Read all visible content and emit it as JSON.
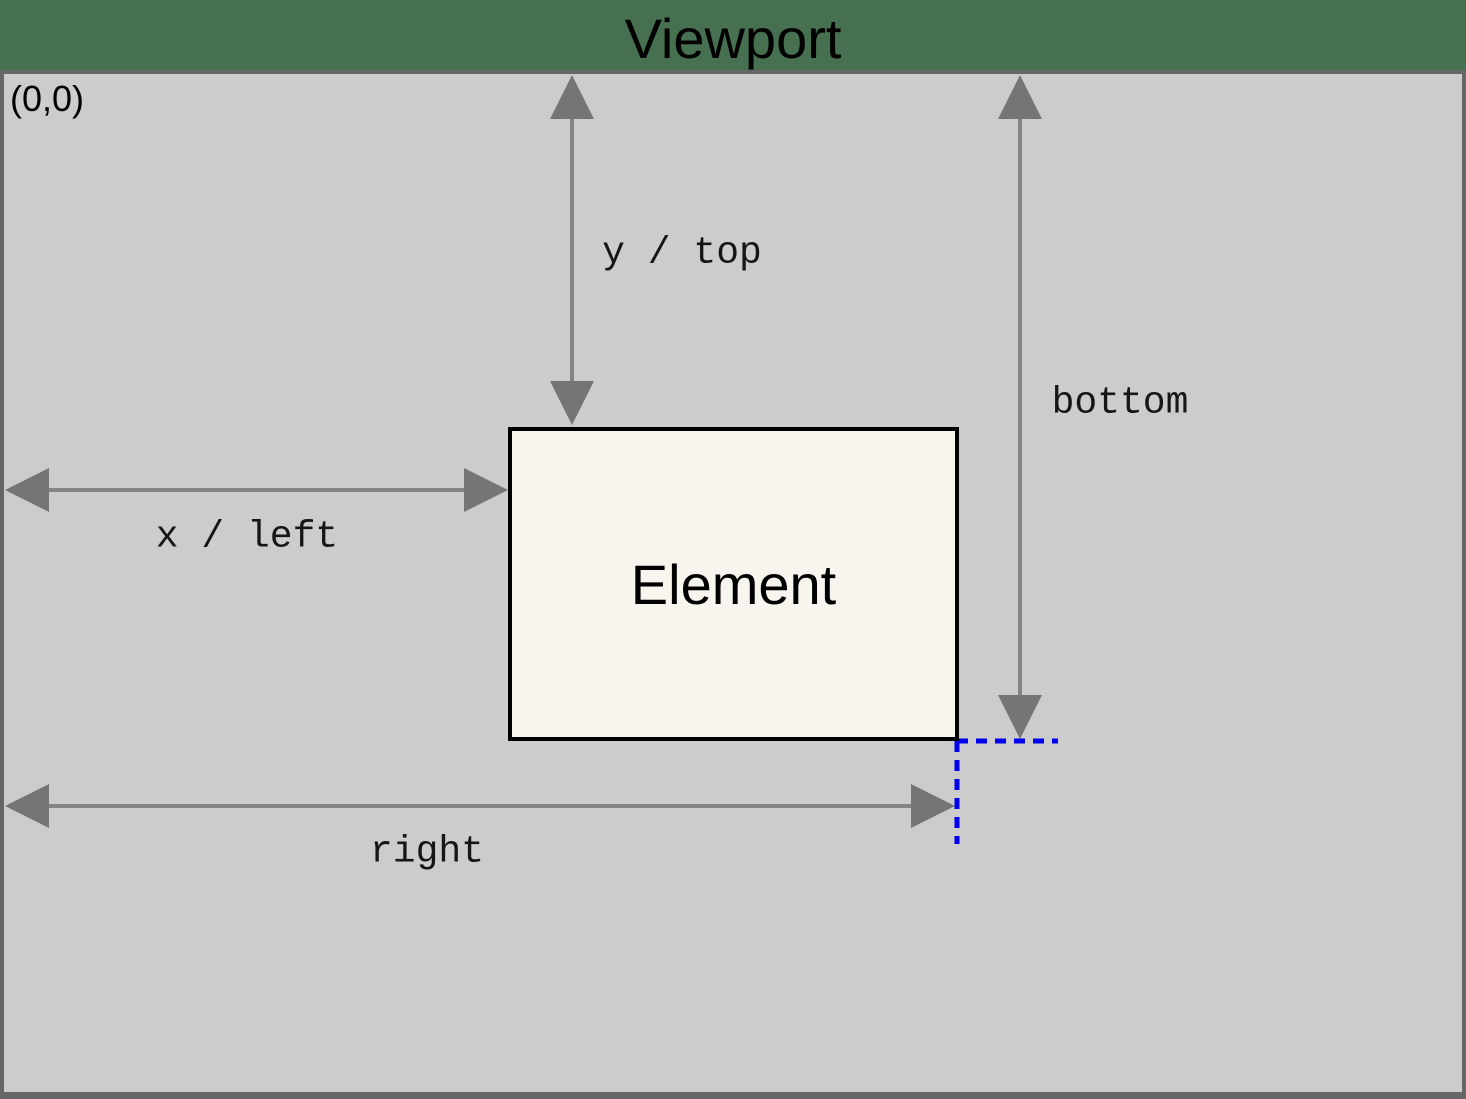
{
  "diagram": {
    "title": "Viewport",
    "origin_label": "(0,0)",
    "element_label": "Element",
    "measurements": {
      "y_top": "y / top",
      "x_left": "x / left",
      "bottom": "bottom",
      "right": "right"
    },
    "colors": {
      "page_green": "#477050",
      "viewport_gray": "#cccccc",
      "viewport_border": "#666666",
      "arrow_gray": "#757575",
      "arrow_line": "#848484",
      "element_fill": "#f8f4ee",
      "element_border": "#000000",
      "guide_blue": "#0000ee",
      "title_color": "#000000"
    }
  }
}
